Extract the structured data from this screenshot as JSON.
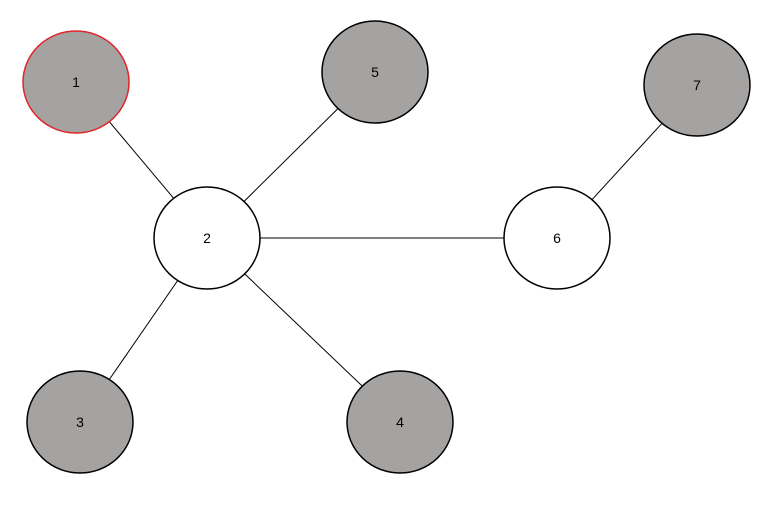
{
  "colors": {
    "filled": "#a5a3a2",
    "empty": "#ffffff",
    "stroke": "#000000",
    "highlight": "#e0262b"
  },
  "nodes": [
    {
      "id": "1",
      "label": "1",
      "fill": "filled",
      "highlighted": true
    },
    {
      "id": "2",
      "label": "2",
      "fill": "empty",
      "highlighted": false
    },
    {
      "id": "3",
      "label": "3",
      "fill": "filled",
      "highlighted": false
    },
    {
      "id": "4",
      "label": "4",
      "fill": "filled",
      "highlighted": false
    },
    {
      "id": "5",
      "label": "5",
      "fill": "filled",
      "highlighted": false
    },
    {
      "id": "6",
      "label": "6",
      "fill": "empty",
      "highlighted": false
    },
    {
      "id": "7",
      "label": "7",
      "fill": "filled",
      "highlighted": false
    }
  ],
  "edges": [
    {
      "from": "1",
      "to": "2"
    },
    {
      "from": "2",
      "to": "5"
    },
    {
      "from": "2",
      "to": "3"
    },
    {
      "from": "2",
      "to": "4"
    },
    {
      "from": "2",
      "to": "6"
    },
    {
      "from": "6",
      "to": "7"
    }
  ]
}
